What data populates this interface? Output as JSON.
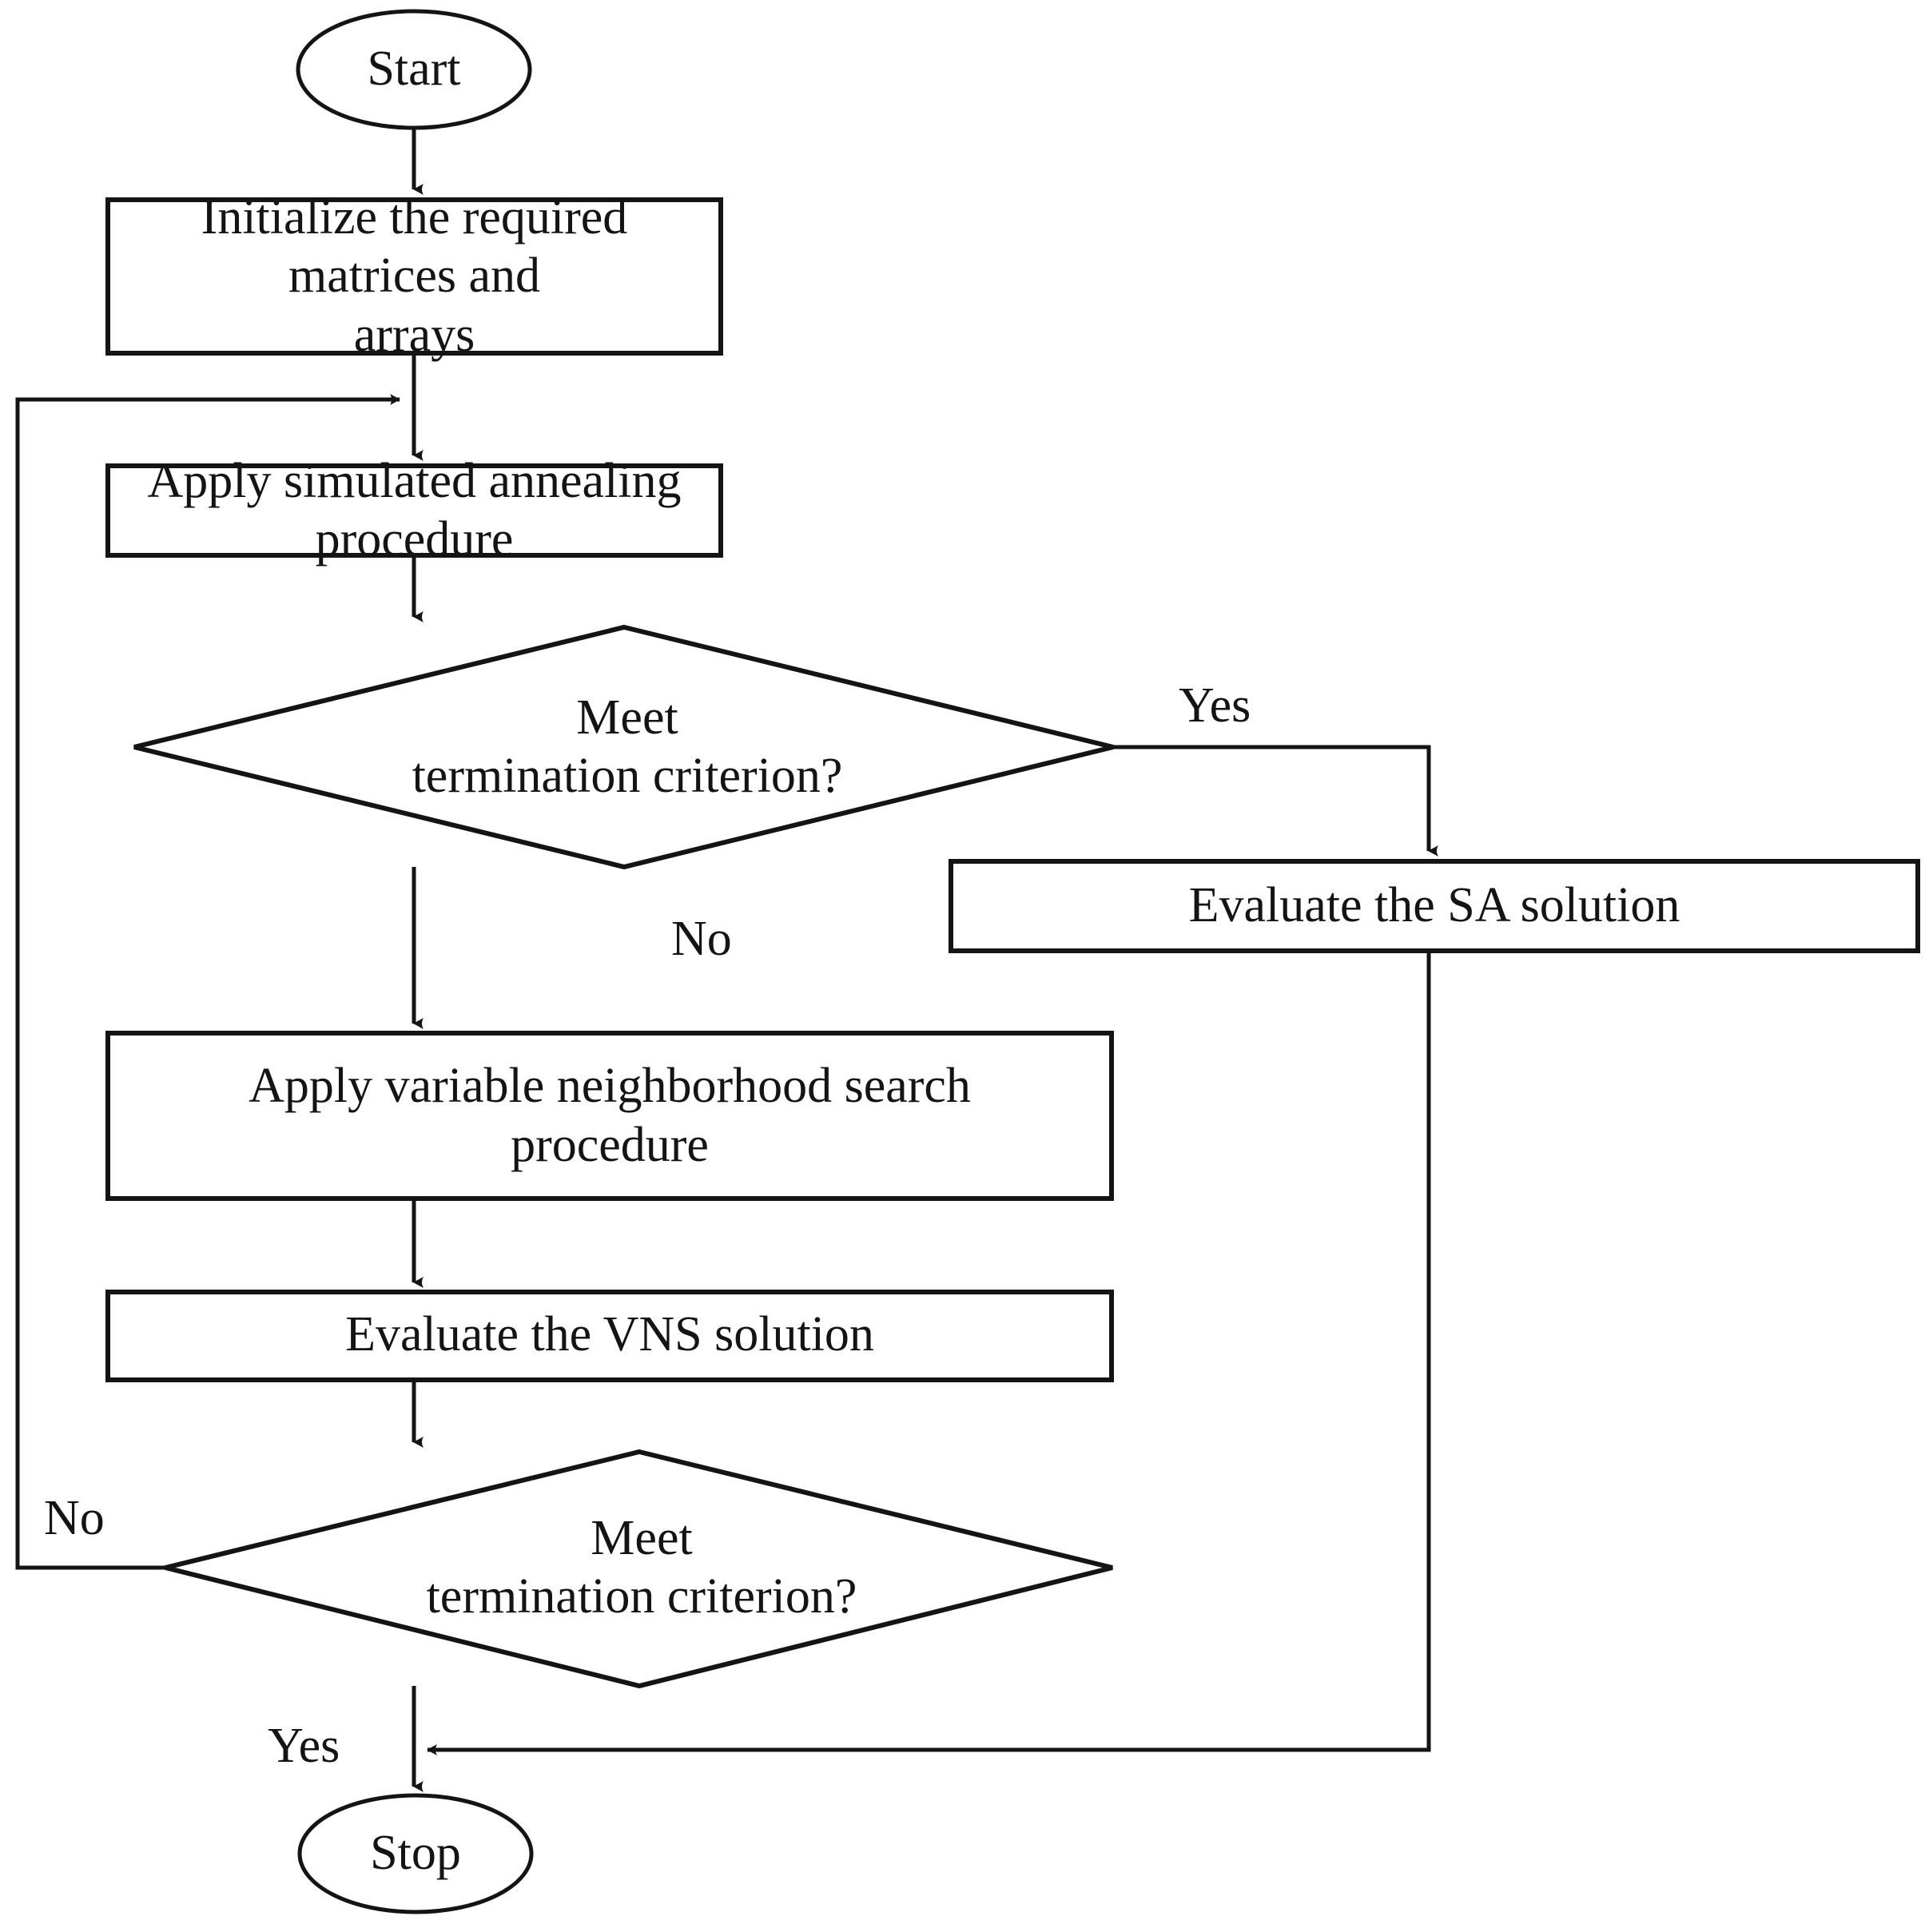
{
  "diagram": {
    "type": "flowchart",
    "title": "",
    "orientation": "top-to-bottom",
    "colors": {
      "stroke": "#141414",
      "fill": "#ffffff",
      "text": "#141414"
    },
    "nodes": [
      {
        "id": "start",
        "shape": "ellipse",
        "label": "Start"
      },
      {
        "id": "init",
        "shape": "rectangle",
        "label": "Initialize the required matrices and\narrays"
      },
      {
        "id": "sa",
        "shape": "rectangle",
        "label": "Apply simulated annealing procedure"
      },
      {
        "id": "decision1",
        "shape": "diamond",
        "label": "Meet\ntermination criterion?"
      },
      {
        "id": "eval_sa",
        "shape": "rectangle",
        "label": "Evaluate the SA solution"
      },
      {
        "id": "vns",
        "shape": "rectangle",
        "label": "Apply variable neighborhood search\nprocedure"
      },
      {
        "id": "eval_vns",
        "shape": "rectangle",
        "label": "Evaluate the VNS solution"
      },
      {
        "id": "decision2",
        "shape": "diamond",
        "label": "Meet\ntermination criterion?"
      },
      {
        "id": "stop",
        "shape": "ellipse",
        "label": "Stop"
      }
    ],
    "edges": [
      {
        "from": "start",
        "to": "init",
        "label": ""
      },
      {
        "from": "init",
        "to": "sa",
        "label": ""
      },
      {
        "from": "sa",
        "to": "decision1",
        "label": ""
      },
      {
        "from": "decision1",
        "to": "eval_sa",
        "label": "Yes"
      },
      {
        "from": "decision1",
        "to": "vns",
        "label": "No"
      },
      {
        "from": "vns",
        "to": "eval_vns",
        "label": ""
      },
      {
        "from": "eval_vns",
        "to": "decision2",
        "label": ""
      },
      {
        "from": "decision2",
        "to": "sa",
        "label": "No"
      },
      {
        "from": "decision2",
        "to": "stop",
        "label": "Yes"
      },
      {
        "from": "eval_sa",
        "to": "stop",
        "label": ""
      }
    ],
    "edge_labels": {
      "decision1_yes": "Yes",
      "decision1_no": "No",
      "decision2_no": "No",
      "decision2_yes": "Yes"
    }
  }
}
